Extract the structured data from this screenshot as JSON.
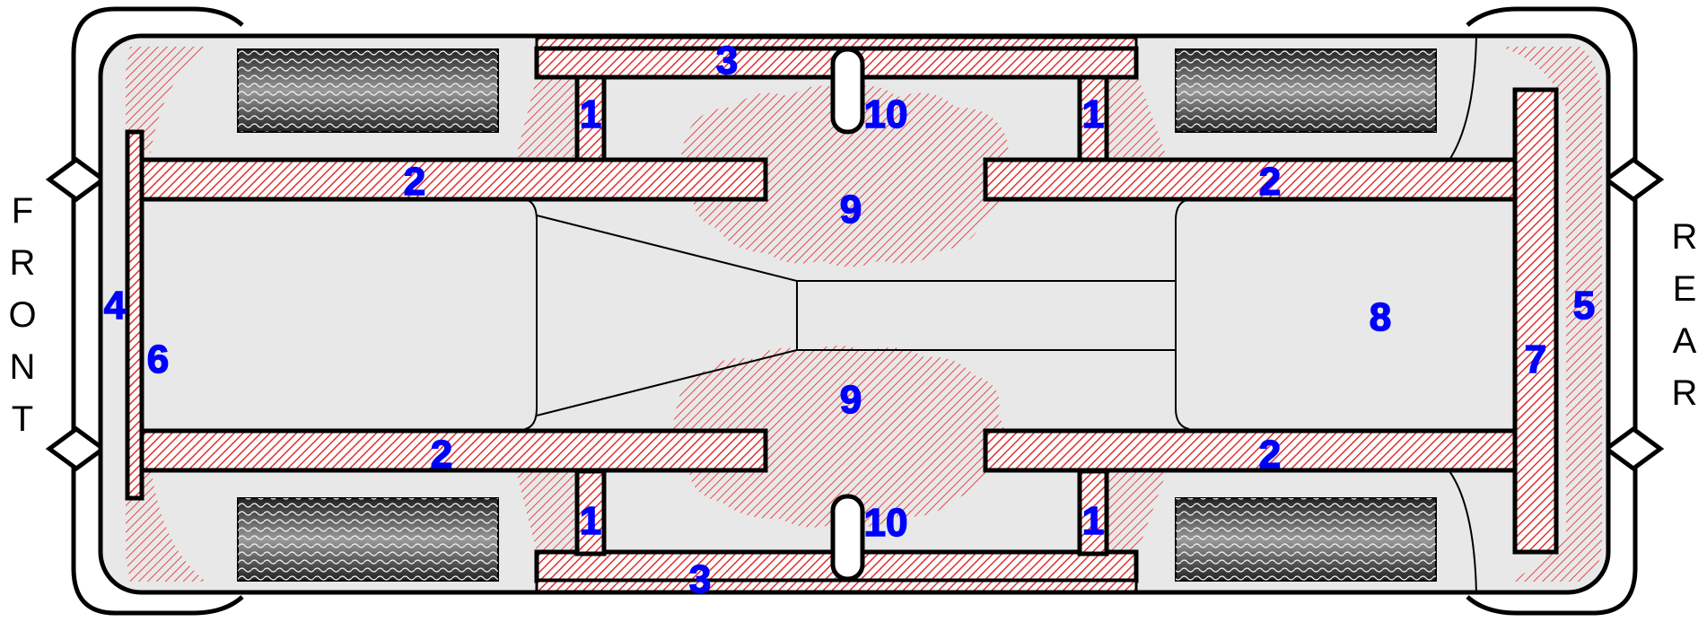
{
  "labels": {
    "front": [
      "F",
      "R",
      "O",
      "N",
      "T"
    ],
    "rear": [
      "R",
      "E",
      "A",
      "R"
    ]
  },
  "zones": {
    "z1_a": "1",
    "z1_b": "1",
    "z1_c": "1",
    "z1_d": "1",
    "z2_a": "2",
    "z2_b": "2",
    "z2_c": "2",
    "z2_d": "2",
    "z3_a": "3",
    "z3_b": "3",
    "z4": "4",
    "z5": "5",
    "z6": "6",
    "z7": "7",
    "z8": "8",
    "z9_a": "9",
    "z9_b": "9",
    "z10_a": "10",
    "z10_b": "10"
  },
  "colors": {
    "hatch": "#e03030",
    "hatch_bg": "#ffe8e8",
    "body": "#e8e8e8",
    "label": "#0000ff",
    "outline": "#000000"
  }
}
